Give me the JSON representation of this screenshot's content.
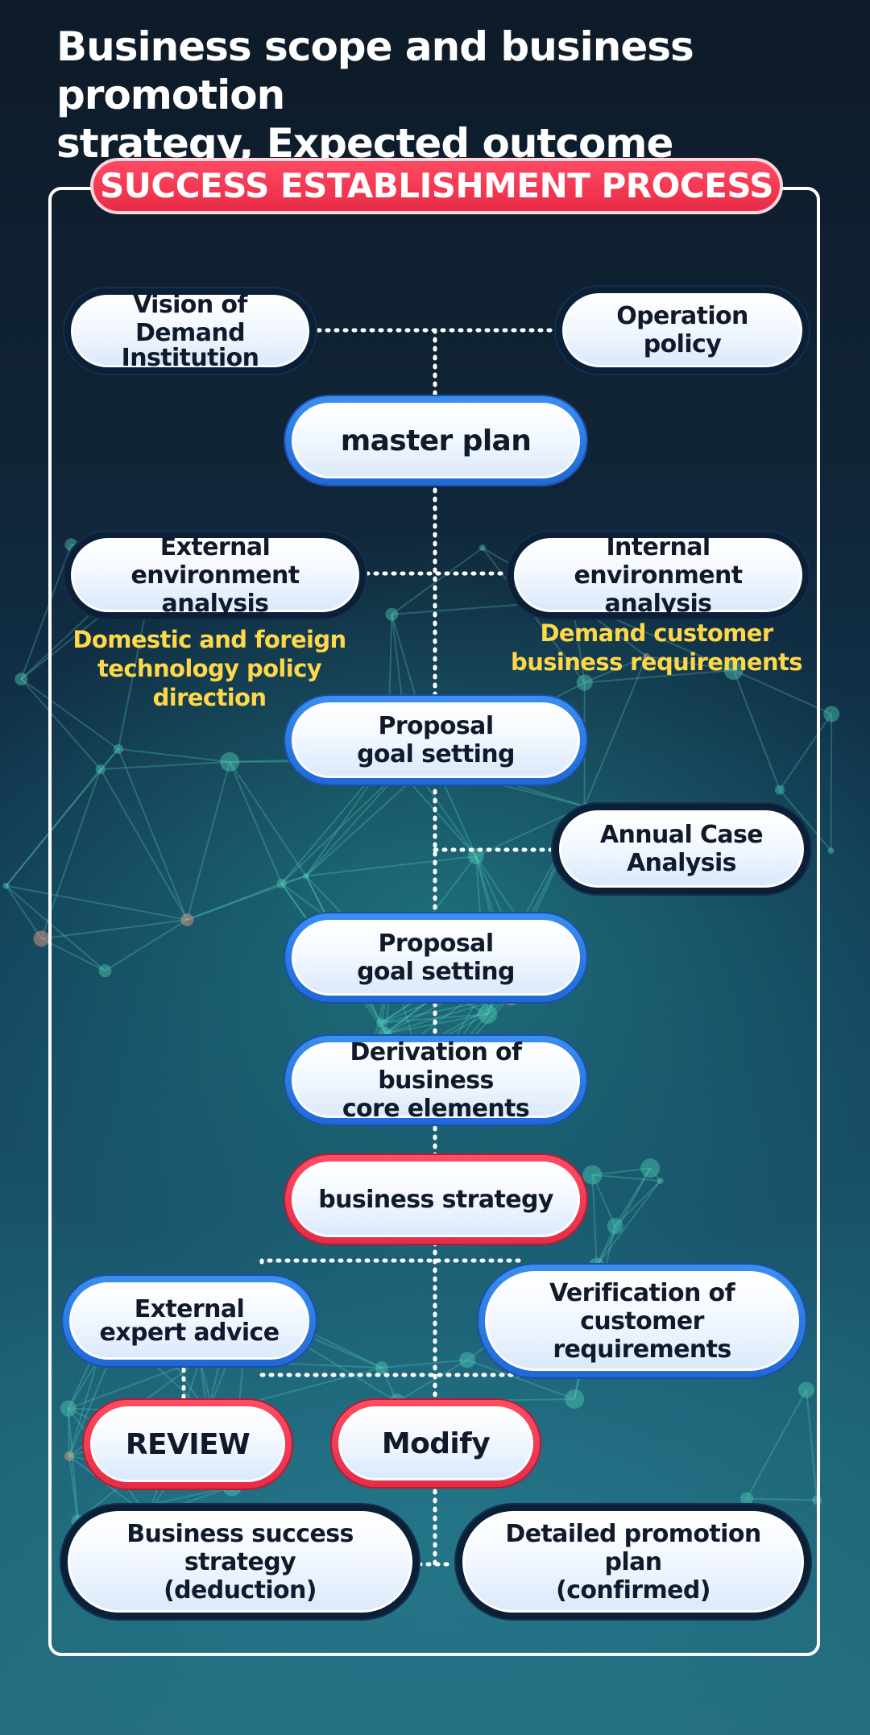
{
  "title_line1": "Business scope and business promotion",
  "title_line2": "strategy, Expected outcome",
  "banner": "SUCCESS ESTABLISHMENT PROCESS",
  "nodes": {
    "vision": [
      "Vision of Demand",
      "Institution"
    ],
    "operation_policy": [
      "Operation policy"
    ],
    "master_plan": [
      "master plan"
    ],
    "external_env": [
      "External environment",
      "analysis"
    ],
    "internal_env": [
      "Internal environment",
      "analysis"
    ],
    "proposal_goal_1": [
      "Proposal",
      "goal setting"
    ],
    "annual_case": [
      "Annual Case",
      "Analysis"
    ],
    "proposal_goal_2": [
      "Proposal",
      "goal setting"
    ],
    "derivation": [
      "Derivation of business",
      "core elements"
    ],
    "business_strategy": [
      "business strategy"
    ],
    "external_expert": [
      "External",
      "expert advice"
    ],
    "verification": [
      "Verification of customer",
      "requirements"
    ],
    "review": [
      "REVIEW"
    ],
    "modify": [
      "Modify"
    ],
    "success_strategy": [
      "Business success strategy",
      "(deduction)"
    ],
    "promotion_plan": [
      "Detailed promotion plan",
      "(confirmed)"
    ]
  },
  "notes": {
    "external": [
      "Domestic and foreign",
      "technology policy direction"
    ],
    "internal": [
      "Demand customer",
      "business requirements"
    ]
  },
  "colors": {
    "banner_red": "#e82b46",
    "pill_blue": "#2a78e4",
    "pill_red": "#e52c47",
    "pill_dark": "#0b2037",
    "note_yellow": "#ffd84a"
  }
}
